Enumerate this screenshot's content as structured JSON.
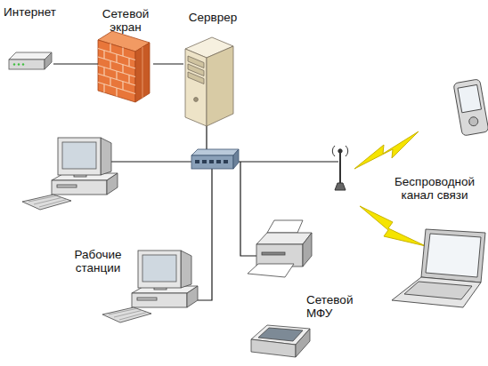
{
  "diagram": {
    "nodes": [
      {
        "text": [
          "Интернет"
        ]
      },
      {
        "text": [
          "Сетевой экран"
        ]
      },
      {
        "text": [
          "Серврер"
        ]
      },
      {
        "text": [
          "Сетевой МФУ"
        ]
      }
    ],
    "edges": [
      {
        "from": 0,
        "to": 1,
        "arrow": "none"
      },
      {
        "from": 1,
        "to": 2,
        "arrow": "none"
      }
    ],
    "labels": [
      "Рабочие станции",
      "Беспроводной канал связи"
    ]
  }
}
